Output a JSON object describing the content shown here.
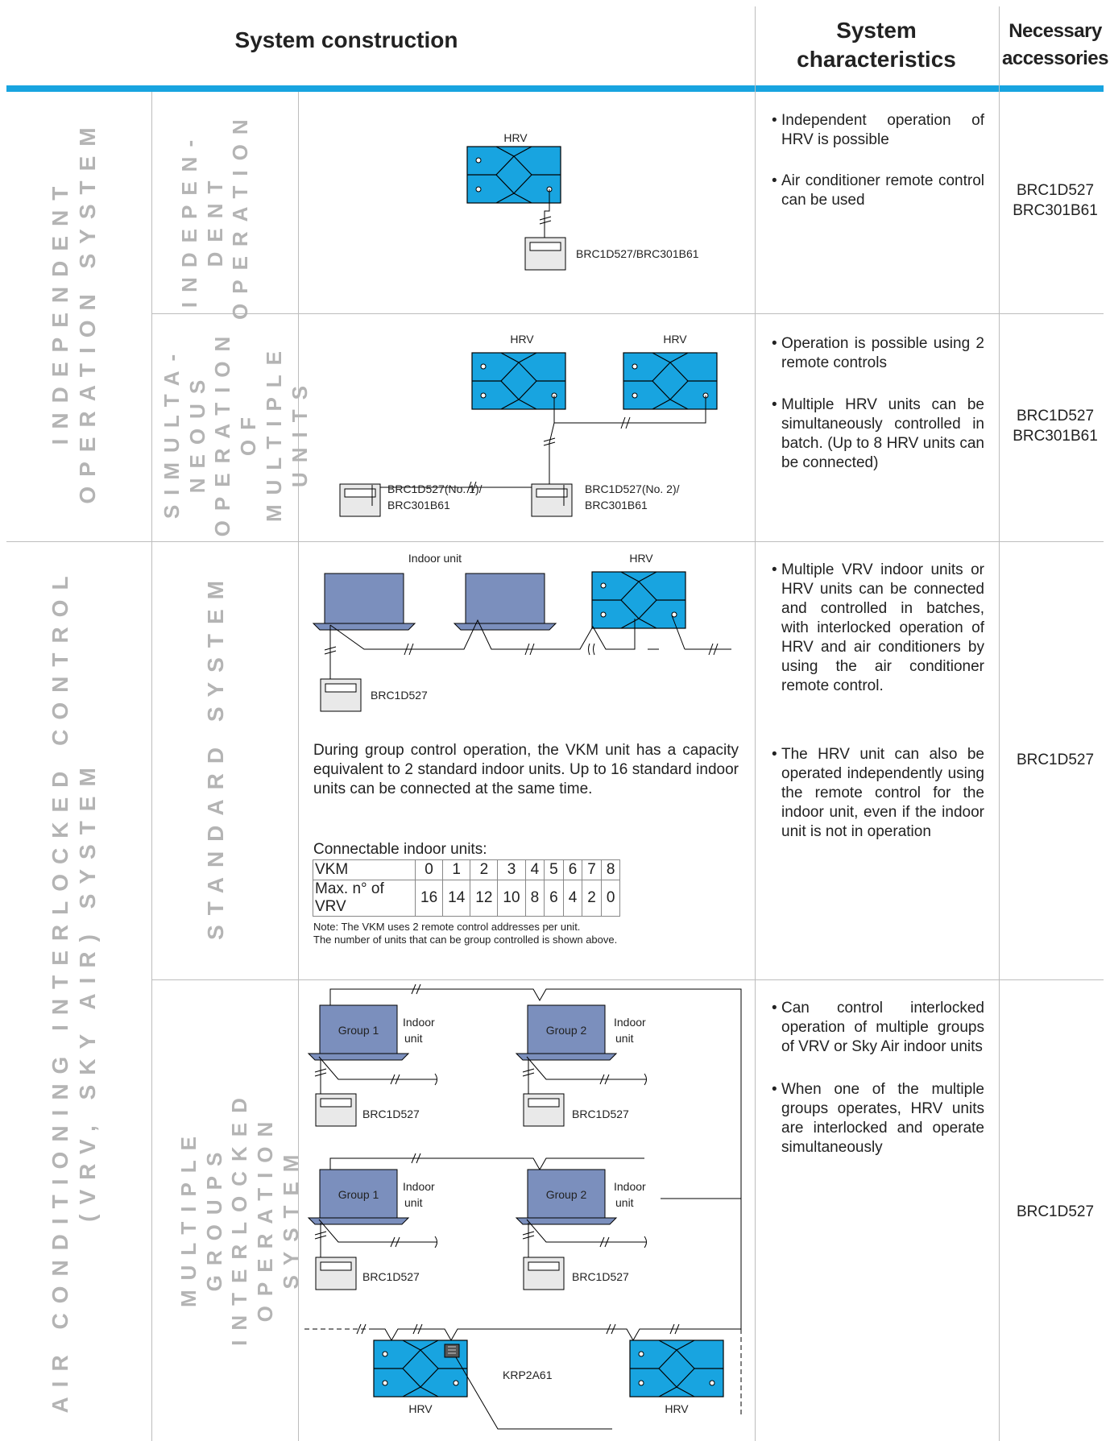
{
  "header": {
    "col1": "System construction",
    "col2_line1": "System",
    "col2_line2": "characteristics",
    "col3_line1": "Necessary",
    "col3_line2": "accessories"
  },
  "sections": {
    "independent": "INDEPENDENT\nOPERATION SYSTEM",
    "interlocked": "AIR CONDITIONING INTERLOCKED CONTROL\n(VRV, SKY AIR) SYSTEM"
  },
  "rows": [
    {
      "label": "INDEPEN-\nDENT\nOPERATION",
      "bullets": [
        "Independent operation of HRV is possible",
        "Air conditioner remote control can be used"
      ],
      "accessories": [
        "BRC1D527",
        "BRC301B61"
      ]
    },
    {
      "label": "SIMULTA-\nNEOUS\nOPERATION\nOF MULTIPLE\nUNITS",
      "bullets": [
        "Operation is possible using 2 remote controls",
        "Multiple HRV units can be simultaneously controlled in batch. (Up to 8 HRV units can be connected)"
      ],
      "accessories": [
        "BRC1D527",
        "BRC301B61"
      ]
    },
    {
      "label": "STANDARD SYSTEM",
      "bullets": [
        "Multiple VRV indoor units or HRV units can be connected and controlled in batches, with interlocked operation of HRV and air conditioners by using the air conditioner remote control.",
        "The HRV unit can also be operated independently using the remote control for the indoor unit, even if the indoor unit is not in operation"
      ],
      "accessories": [
        "BRC1D527"
      ]
    },
    {
      "label": "MULTIPLE GROUPS\nINTERLOCKED\nOPERATION SYSTEM",
      "bullets": [
        "Can control interlocked operation of multiple groups of VRV or Sky Air indoor units",
        "When one of the multiple groups operates, HRV units are interlocked and operate simultaneously"
      ],
      "accessories": [
        "BRC1D527"
      ]
    }
  ],
  "diagram_labels": {
    "hrv": "HRV",
    "remote_1": "BRC1D527/BRC301B61",
    "remote_no1_line1": "BRC1D527(No. 1)/",
    "remote_no1_line2": "BRC301B61",
    "remote_no2_line1": "BRC1D527(No. 2)/",
    "remote_no2_line2": "BRC301B61",
    "indoor_unit": "Indoor unit",
    "indoor": "Indoor",
    "unit": "unit",
    "brc": "BRC1D527",
    "group1": "Group 1",
    "group2": "Group 2",
    "krp": "KRP2A61"
  },
  "standard": {
    "paragraph": "During group control operation, the VKM unit has a capacity equivalent to 2 standard indoor units. Up to 16 standard indoor units can be connected at the same time.",
    "table_title": "Connectable indoor units:",
    "table_rows": [
      [
        "VKM",
        "0",
        "1",
        "2",
        "3",
        "4",
        "5",
        "6",
        "7",
        "8"
      ],
      [
        "Max. n° of VRV",
        "16",
        "14",
        "12",
        "10",
        "8",
        "6",
        "4",
        "2",
        "0"
      ]
    ],
    "note_line1": "Note: The VKM uses 2 remote control addresses per unit.",
    "note_line2": "The number of units that can be group controlled is shown above."
  },
  "colors": {
    "accent": "#18a4e0",
    "indoor_unit": "#7b8fbd",
    "label_grey": "#b4b4b4"
  }
}
